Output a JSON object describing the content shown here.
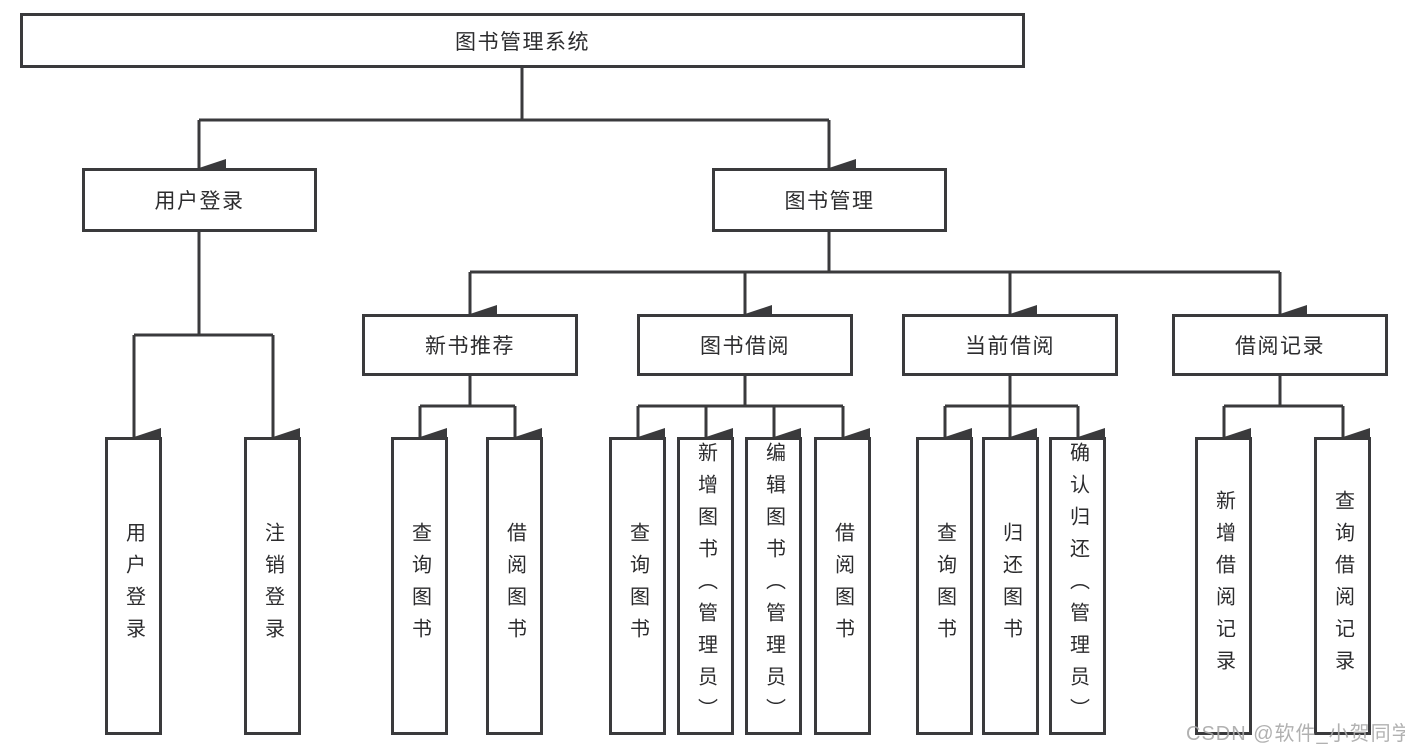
{
  "tree": {
    "label": "图书管理系统",
    "children": [
      {
        "label": "用户登录",
        "children": [
          {
            "label": "用户登录"
          },
          {
            "label": "注销登录"
          }
        ]
      },
      {
        "label": "图书管理",
        "children": [
          {
            "label": "新书推荐",
            "children": [
              {
                "label": "查询图书"
              },
              {
                "label": "借阅图书"
              }
            ]
          },
          {
            "label": "图书借阅",
            "children": [
              {
                "label": "查询图书"
              },
              {
                "label": "新增图书（管理员）"
              },
              {
                "label": "编辑图书（管理员）"
              },
              {
                "label": "借阅图书"
              }
            ]
          },
          {
            "label": "当前借阅",
            "children": [
              {
                "label": "查询图书"
              },
              {
                "label": "归还图书"
              },
              {
                "label": "确认归还（管理员）"
              }
            ]
          },
          {
            "label": "借阅记录",
            "children": [
              {
                "label": "新增借阅记录"
              },
              {
                "label": "查询借阅记录"
              }
            ]
          }
        ]
      }
    ]
  },
  "watermark": "CSDN @软件_小贺同学",
  "colors": {
    "line": "#3a3a3c",
    "text": "#2c2c2e",
    "watermark": "#a9a9a9",
    "background": "#ffffff"
  }
}
